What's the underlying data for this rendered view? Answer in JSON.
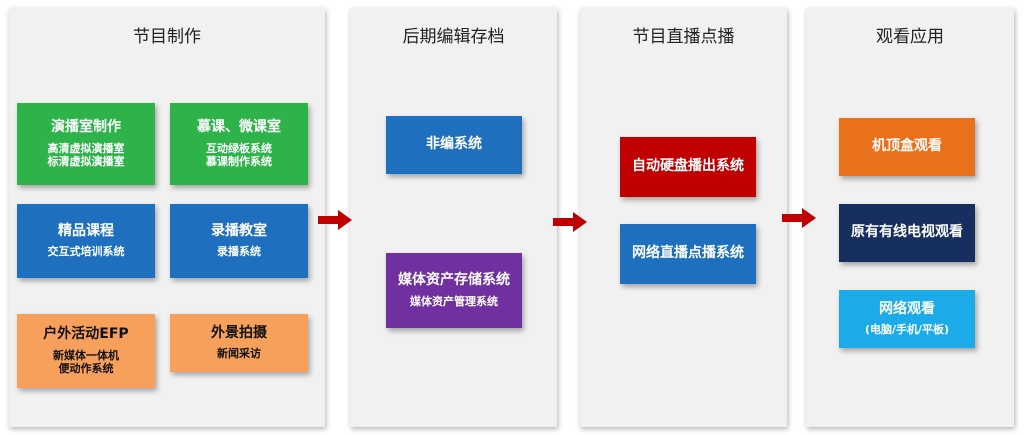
{
  "colors": {
    "green": "#2db34a",
    "blue": "#1f6fbf",
    "orange": "#f6a05b",
    "purple": "#7030a0",
    "red": "#c00000",
    "dark_orange": "#e9711c",
    "navy": "#172f5e",
    "light_blue": "#1aabe8",
    "arrow": "#c00000"
  },
  "panels": [
    {
      "title": "节目制作"
    },
    {
      "title": "后期编辑存档"
    },
    {
      "title": "节目直播点播"
    },
    {
      "title": "观看应用"
    }
  ],
  "production": {
    "studio": {
      "title": "演播室制作",
      "lines": [
        "高清虚拟演播室",
        "标清虚拟演播室"
      ]
    },
    "mooc": {
      "title": "慕课、微课室",
      "lines": [
        "互动绿板系统",
        "慕课制作系统"
      ]
    },
    "course": {
      "title": "精品课程",
      "lines": [
        "交互式培训系统"
      ]
    },
    "classroom": {
      "title": "录播教室",
      "lines": [
        "录播系统"
      ]
    },
    "efp": {
      "title": "户外活动EFP",
      "lines": [
        "新媒体一体机",
        "便动作系统"
      ]
    },
    "outdoor": {
      "title": "外景拍摄",
      "lines": [
        "新闻采访"
      ]
    }
  },
  "post": {
    "nonlinear": {
      "title": "非编系统"
    },
    "storage": {
      "title": "媒体资产存储系统",
      "lines": [
        "媒体资产管理系统"
      ]
    }
  },
  "broadcast": {
    "autoplay": {
      "title": "自动硬盘播出系统"
    },
    "live": {
      "title": "网络直播点播系统"
    }
  },
  "viewing": {
    "stb": {
      "title": "机顶盒观看"
    },
    "cable": {
      "title": "原有有线电视观看"
    },
    "web": {
      "title": "网络观看",
      "lines": [
        "(电脑/手机/平板)"
      ]
    }
  }
}
